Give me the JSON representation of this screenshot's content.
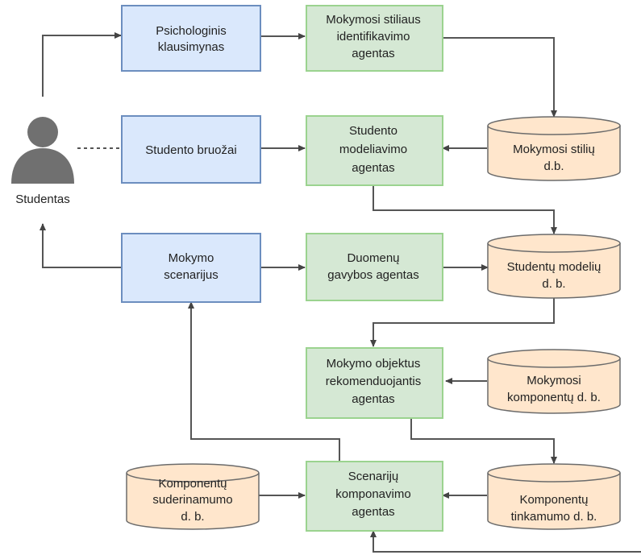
{
  "actor": {
    "label": "Studentas"
  },
  "nodes": {
    "psichologinis": {
      "lines": [
        "Psichologinis",
        "klausimynas"
      ]
    },
    "bruozai": {
      "lines": [
        "Studento bruožai"
      ]
    },
    "scenarijus": {
      "lines": [
        "Mokymo",
        "scenarijus"
      ]
    },
    "stiliaus_agentas": {
      "lines": [
        "Mokymosi stiliaus",
        "identifikavimo",
        "agentas"
      ]
    },
    "modeliavimo_agentas": {
      "lines": [
        "Studento",
        "modeliavimo",
        "agentas"
      ]
    },
    "gavybos_agentas": {
      "lines": [
        "Duomenų",
        "gavybos agentas"
      ]
    },
    "rekomenduojantis_agentas": {
      "lines": [
        "Mokymo objektus",
        "rekomenduojantis",
        "agentas"
      ]
    },
    "komponavimo_agentas": {
      "lines": [
        "Scenarijų",
        "komponavimo",
        "agentas"
      ]
    }
  },
  "databases": {
    "stiliu_db": {
      "lines": [
        "Mokymosi stilių",
        "d.b."
      ]
    },
    "modeliu_db": {
      "lines": [
        "Studentų modelių",
        "d. b."
      ]
    },
    "komponentu_db": {
      "lines": [
        "Mokymosi",
        "komponentų d. b."
      ]
    },
    "suderinamumo_db": {
      "lines": [
        "Komponentų",
        "suderinamumo",
        "d. b."
      ]
    },
    "tinkamumo_db": {
      "lines": [
        "Komponentų",
        "tinkamumo d. b."
      ]
    }
  },
  "colors": {
    "input_box_fill": "#dae8fc",
    "input_box_border": "#6c8ebf",
    "agent_box_fill": "#d5e8d4",
    "agent_box_border": "#9bd38f",
    "database_fill": "#ffe6cc",
    "arrow": "#555555"
  }
}
